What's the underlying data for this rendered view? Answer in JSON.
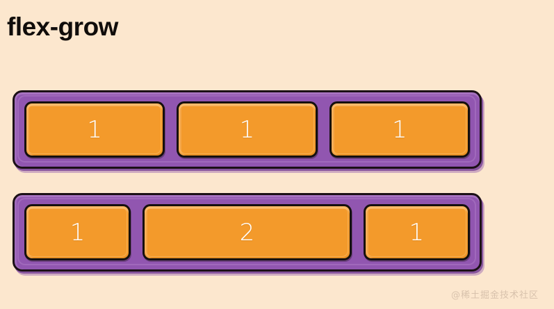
{
  "page": {
    "title": "flex-grow",
    "background_color": "#FCE7CE",
    "watermark": "@稀土掘金技术社区"
  },
  "theme": {
    "container_purple": "#9156B0",
    "item_orange": "#F39A2B",
    "outline_dark": "#15100E",
    "label_white": "#FFFFFF",
    "title_black": "#100D0B",
    "watermark_color": "#D8C2AC"
  },
  "rows": [
    {
      "name": "row-equal-grow",
      "items": [
        {
          "label": "1",
          "grow": 1
        },
        {
          "label": "1",
          "grow": 1
        },
        {
          "label": "1",
          "grow": 1
        }
      ]
    },
    {
      "name": "row-double-middle",
      "items": [
        {
          "label": "1",
          "grow": 1
        },
        {
          "label": "2",
          "grow": 2
        },
        {
          "label": "1",
          "grow": 1
        }
      ]
    }
  ]
}
